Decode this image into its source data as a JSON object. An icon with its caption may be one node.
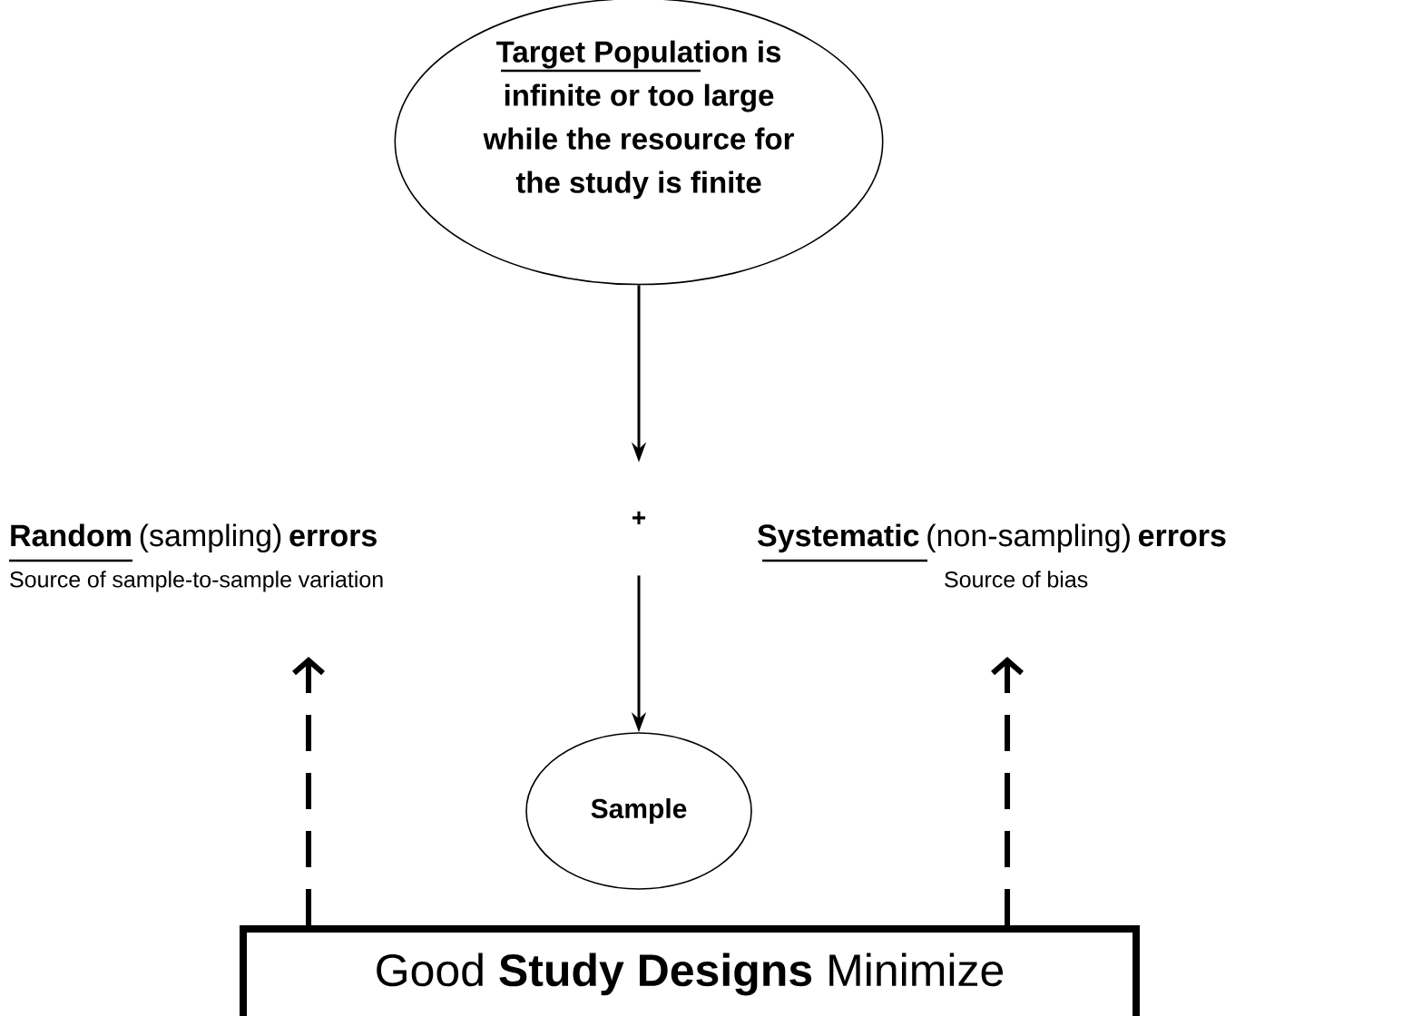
{
  "diagram": {
    "nodes": [
      {
        "text": [
          "Target Population is infinite or too large while the resource for the study is finite"
        ]
      },
      {
        "text": [
          "**Random** (sampling)  **errors**",
          "Source of sample-to-sample variation"
        ]
      },
      {
        "text": [
          "+"
        ]
      },
      {
        "text": [
          "**Systematic** (non-sampling) **errors**",
          "Source of bias"
        ]
      },
      {
        "text": [
          "Sample"
        ]
      },
      {
        "text": [
          "Good **Study Designs** Minimize"
        ]
      }
    ],
    "edges": [
      {
        "from": 0,
        "to": 2,
        "arrow": "to"
      },
      {
        "from": 2,
        "to": 4,
        "arrow": "to"
      },
      {
        "from": 5,
        "to": 1,
        "arrow": "to",
        "style": "dashed"
      },
      {
        "from": 5,
        "to": 3,
        "arrow": "to",
        "style": "dashed"
      }
    ]
  }
}
